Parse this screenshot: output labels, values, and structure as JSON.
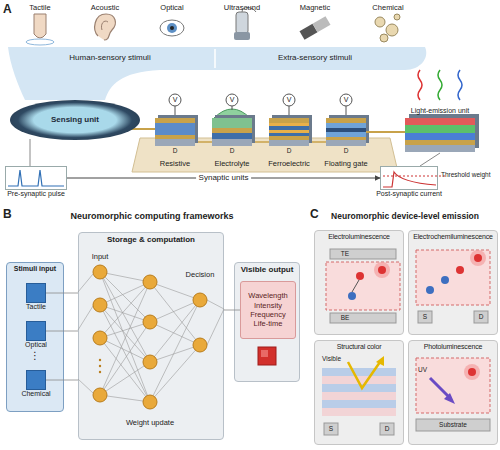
{
  "diagram": {
    "nodes": [
      {
        "text": [
          "Sensing unit"
        ]
      },
      {
        "text": [
          "Resistive"
        ]
      },
      {
        "text": [
          "Electrolyte"
        ]
      },
      {
        "text": [
          "Ferroelectric"
        ]
      },
      {
        "text": [
          "Floating gate"
        ]
      },
      {
        "text": [
          "Light-emission unit"
        ]
      },
      {
        "text": [
          "Pre-synaptic pulse"
        ]
      },
      {
        "text": [
          "Post-synaptic current"
        ]
      },
      {
        "text": [
          "Stimuli input"
        ]
      },
      {
        "text": [
          "Tactile"
        ],
        "in": 8
      },
      {
        "text": [
          "Optical"
        ],
        "in": 8
      },
      {
        "text": [
          "Chemical"
        ],
        "in": 8
      },
      {
        "text": [
          "Storage & computation"
        ]
      },
      {
        "text": [
          "Visible output"
        ]
      },
      {
        "text": [
          "Wavelength",
          "Intensity",
          "Frequency",
          "Life-time"
        ],
        "in": 13
      },
      {
        "text": [
          "Electroluminescence"
        ]
      },
      {
        "text": [
          "Electrochemiluminescence"
        ]
      },
      {
        "text": [
          "Structural color"
        ]
      },
      {
        "text": [
          "Photoluminescence"
        ]
      }
    ],
    "edges": [
      {
        "from": 0,
        "to": 1,
        "arrow": "none"
      },
      {
        "from": 4,
        "to": 5,
        "arrow": "none"
      },
      {
        "from": 6,
        "to": 7,
        "label": "Synaptic units",
        "arrow": "to"
      },
      {
        "from": 9,
        "to": 12,
        "arrow": "none"
      },
      {
        "from": 10,
        "to": 12,
        "arrow": "none"
      },
      {
        "from": 11,
        "to": 12,
        "arrow": "none"
      },
      {
        "from": 12,
        "to": 14,
        "arrow": "none"
      }
    ],
    "labels": [
      "A",
      "Tactile",
      "Acoustic",
      "Optical",
      "Ultrasound",
      "Magnetic",
      "Chemical",
      "Human-sensory stimuli",
      "Extra-sensory stimuli",
      "V",
      "V",
      "V",
      "V",
      "D",
      "D",
      "D",
      "D",
      "Threshold weight",
      "B",
      "Neuromorphic computing frameworks",
      "⋮",
      "Input",
      "Weight update",
      "Decision",
      "C",
      "Neuromorphic device-level emission",
      "TE",
      "BE",
      "S",
      "D",
      "Visible",
      "S",
      "D",
      "UV",
      "Substrate"
    ]
  }
}
